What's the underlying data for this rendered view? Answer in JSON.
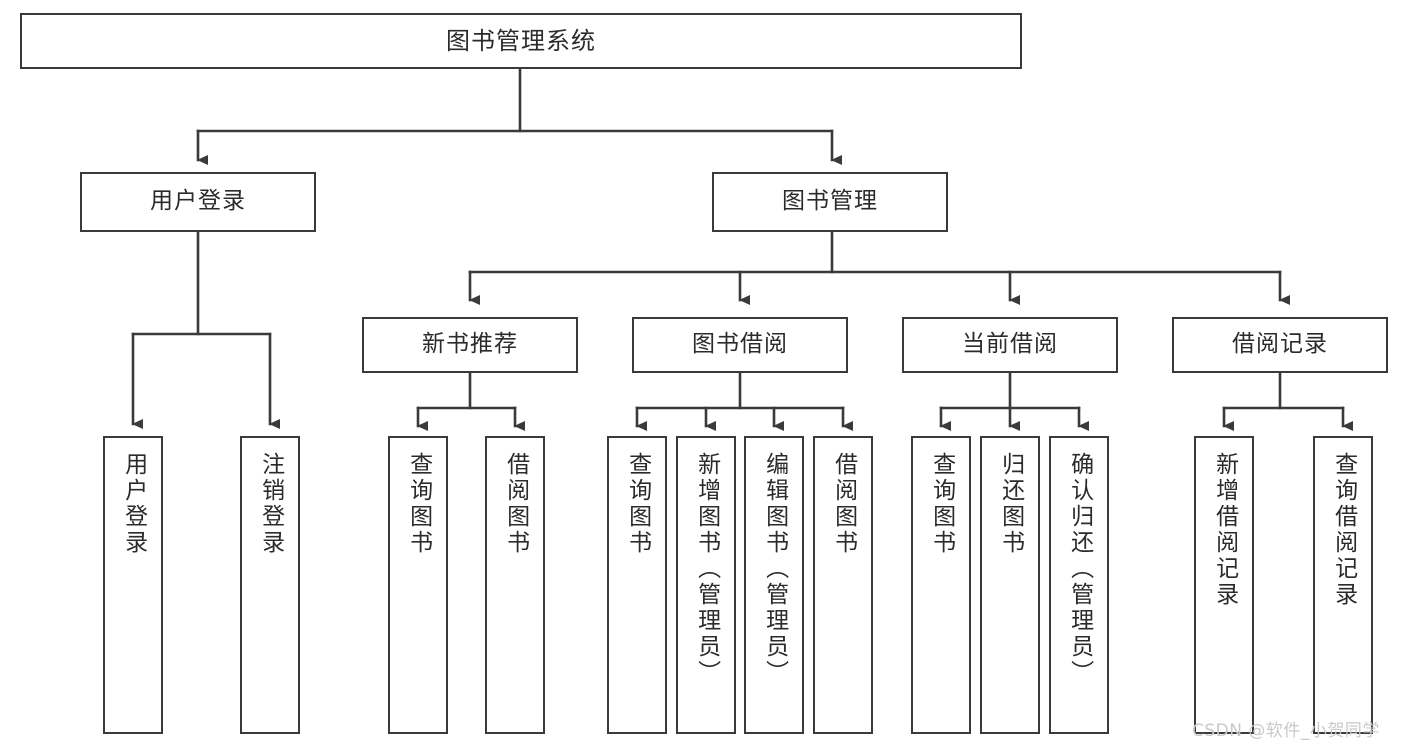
{
  "diagram": {
    "type": "tree-hierarchy-chart",
    "title": "图书管理系统",
    "line_color": "#3a3a3a",
    "box_fill": "#ffffff",
    "text_color": "#2b2b2b"
  },
  "root": {
    "label": "图书管理系统"
  },
  "level1": [
    {
      "label": "用户登录"
    },
    {
      "label": "图书管理"
    }
  ],
  "level2": [
    {
      "label": "新书推荐"
    },
    {
      "label": "图书借阅"
    },
    {
      "label": "当前借阅"
    },
    {
      "label": "借阅记录"
    }
  ],
  "leaves": {
    "user_login": [
      {
        "label": "用户登录"
      },
      {
        "label": "注销登录"
      }
    ],
    "new_book": [
      {
        "label": "查询图书"
      },
      {
        "label": "借阅图书"
      }
    ],
    "book_borrow": [
      {
        "label": "查询图书"
      },
      {
        "label": "新增图书（管理员）"
      },
      {
        "label": "编辑图书（管理员）"
      },
      {
        "label": "借阅图书"
      }
    ],
    "current_borrow": [
      {
        "label": "查询图书"
      },
      {
        "label": "归还图书"
      },
      {
        "label": "确认归还（管理员）"
      }
    ],
    "borrow_record": [
      {
        "label": "新增借阅记录"
      },
      {
        "label": "查询借阅记录"
      }
    ]
  },
  "watermark": {
    "text": "CSDN @软件_小贺同学"
  }
}
